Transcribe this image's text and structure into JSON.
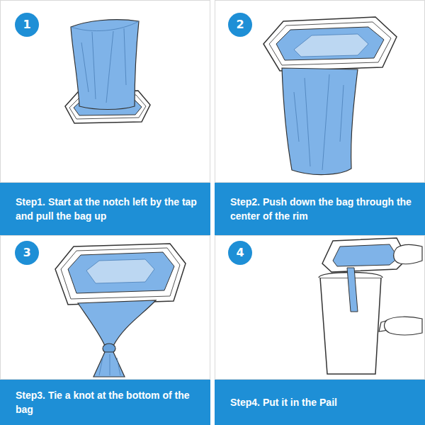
{
  "diagram": {
    "nodes": [
      {
        "text": [
          "1"
        ]
      },
      {
        "text": [
          "2"
        ]
      },
      {
        "text": [
          "Step1. Start at the notch left by the tap and pull the bag up"
        ]
      },
      {
        "text": [
          "Step2. Push down the bag through the center of the rim"
        ]
      },
      {
        "text": [
          "3"
        ]
      },
      {
        "text": [
          "4"
        ]
      },
      {
        "text": [
          "Step3. Tie a knot at the bottom of the bag"
        ]
      },
      {
        "text": [
          "Step4. Put it in the Pail"
        ]
      }
    ]
  }
}
